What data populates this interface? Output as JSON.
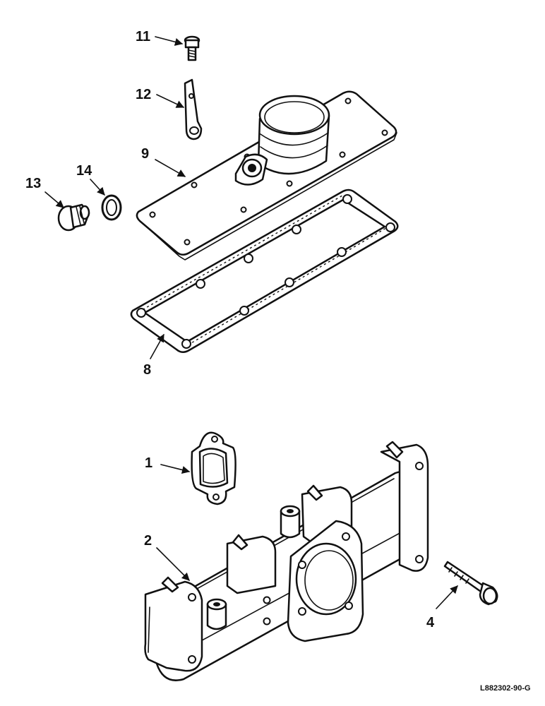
{
  "callouts": {
    "c1": "1",
    "c2": "2",
    "c4": "4",
    "c8": "8",
    "c9": "9",
    "c11": "11",
    "c12": "12",
    "c13": "13",
    "c14": "14"
  },
  "reference_code": "L882302-90-G"
}
